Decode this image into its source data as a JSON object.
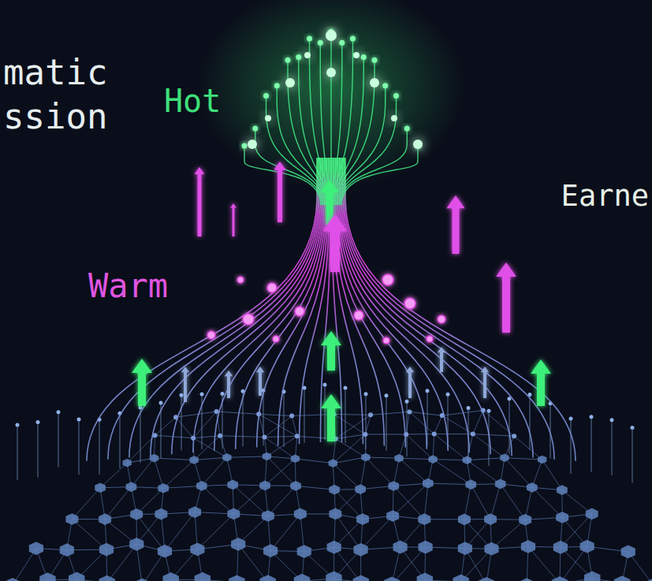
{
  "diagram": {
    "labels": [
      "matic ssion",
      "Hot",
      "Warm",
      "Earne"
    ]
  }
}
